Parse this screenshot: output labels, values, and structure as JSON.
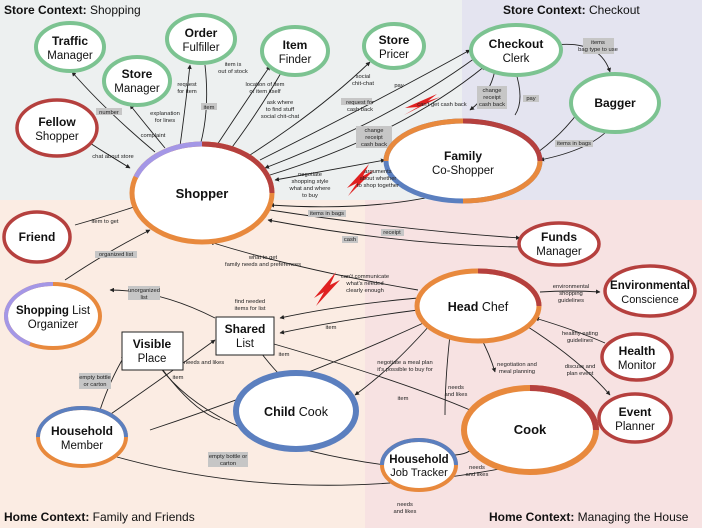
{
  "contexts": {
    "store_shopping": {
      "bold": "Store Context:",
      "rest": " Shopping"
    },
    "store_checkout": {
      "bold": "Store Context:",
      "rest": " Checkout"
    },
    "home_family": {
      "bold": "Home Context:",
      "rest": " Family and Friends"
    },
    "home_house": {
      "bold": "Home Context:",
      "rest": " Managing the House"
    }
  },
  "colors": {
    "store_bg": "#edf0f0",
    "checkout_bg": "#e4e4f0",
    "home_family_bg": "#fbece3",
    "home_house_bg": "#f7e2e2",
    "green": "#7cc391",
    "red": "#b5403e",
    "orange": "#e8893d",
    "blue": "#5b7fbf",
    "purple": "#a497e6",
    "line": "#222222",
    "spark": "#e02020"
  },
  "nodes": {
    "traffic_manager": {
      "line1": "Traffic",
      "line2": "Manager"
    },
    "store_manager": {
      "line1": "Store",
      "line2": "Manager"
    },
    "order_fulfiller": {
      "line1": "Order",
      "line2": "Fulfiller"
    },
    "item_finder": {
      "line1": "Item",
      "line2": "Finder"
    },
    "store_pricer": {
      "line1": "Store",
      "line2": "Pricer"
    },
    "checkout_clerk": {
      "line1": "Checkout",
      "line2": "Clerk"
    },
    "bagger": {
      "line1": "Bagger"
    },
    "fellow_shopper": {
      "line1": "Fellow",
      "line2": "Shopper"
    },
    "shopper": {
      "line1": "Shopper"
    },
    "family_co_shopper": {
      "line1": "Family",
      "line2": "Co-Shopper"
    },
    "friend": {
      "line1": "Friend"
    },
    "funds_manager": {
      "line1": "Funds",
      "line2": "Manager"
    },
    "shopping_list_organizer": {
      "bold": "Shopping",
      "rest": " List",
      "line2": "Organizer"
    },
    "visible_place": {
      "line1": "Visible",
      "line2": "Place"
    },
    "shared_list": {
      "line1": "Shared",
      "line2": "List"
    },
    "head_chef": {
      "bold": "Head",
      "rest": " Chef"
    },
    "environmental_conscience": {
      "line1": "Environmental",
      "line2": "Conscience"
    },
    "health_monitor": {
      "line1": "Health",
      "line2": "Monitor"
    },
    "event_planner": {
      "line1": "Event",
      "line2": "Planner"
    },
    "child_cook": {
      "bold": "Child",
      "rest": " Cook"
    },
    "household_member": {
      "line1": "Household",
      "line2": "Member"
    },
    "cook": {
      "line1": "Cook"
    },
    "household_job_tracker": {
      "line1": "Household",
      "line2": "Job Tracker"
    }
  },
  "labels": {
    "number": "number",
    "complaint": "complaint",
    "explanation_1": "explanation",
    "explanation_2": "for lines",
    "request_item_1": "request",
    "request_item_2": "for item",
    "item": "item",
    "out_of_stock_1": "item is",
    "out_of_stock_2": "out of stock",
    "location_1": "location of item",
    "location_2": "or item itself",
    "ask_where_1": "ask where",
    "ask_where_2": "to find stuff",
    "ask_where_3": "social chit-chat",
    "social_chitchat_1": "social",
    "social_chitchat_2": "chit-chat",
    "pay_1": "pay",
    "request_cash_back_1": "request for",
    "request_cash_back_2": "cash back",
    "cant_get_cash_back": "can't get cash back",
    "change_receipt_1_a": "change",
    "change_receipt_1_b": "receipt",
    "change_receipt_1_c": "cash back",
    "pay_2": "pay",
    "change_receipt_2_a": "change",
    "change_receipt_2_b": "receipt",
    "change_receipt_2_c": "cash back",
    "items_bag_1": "items",
    "items_bag_2": "bag type to use",
    "items_in_bags_1": "items in bags",
    "chat_about_store": "chat about store",
    "negotiate_1": "negotiate",
    "negotiate_2": "shopping style",
    "negotiate_3": "what and where",
    "negotiate_4": "to buy",
    "arguments_1": "arguments",
    "arguments_2": "about whether",
    "arguments_3": "to shop together",
    "items_in_bags_2": "items in bags",
    "receipt": "receipt",
    "cash": "cash",
    "item_to_get": "item to get",
    "organized_list": "organized list",
    "what_to_get_1": "what to get",
    "what_to_get_2": "family needs and preferences",
    "cant_communicate_1": "can't communicate",
    "cant_communicate_2": "what's needed",
    "cant_communicate_3": "clearly enough",
    "unorganized_1": "unorganized",
    "unorganized_2": "list",
    "find_needed_1": "find needed",
    "find_needed_2": "items for list",
    "item_sl": "item",
    "environmental_guidelines_1": "environmental",
    "environmental_guidelines_2": "shopping",
    "environmental_guidelines_3": "guidelines",
    "healthy_1": "healthy eating",
    "healthy_2": "guidelines",
    "empty_bottle_1_a": "empty bottle",
    "empty_bottle_1_b": "or carton",
    "item_vp": "item",
    "item_child": "item",
    "needs_likes_1": "needs and likes",
    "negotiate_meal_1": "negotiate a meal plan",
    "negotiate_meal_2": "it's possible to buy for",
    "needs_likes_2_a": "needs",
    "needs_likes_2_b": "and likes",
    "negotiation_meal_1": "negotiation and",
    "negotiation_meal_2": "meal planning",
    "discuss_event_1": "discuss and",
    "discuss_event_2": "plan event",
    "item_cook": "item",
    "empty_bottle_2_a": "empty bottle or",
    "empty_bottle_2_b": "carton",
    "needs_likes_3_a": "needs",
    "needs_likes_3_b": "and likes",
    "needs_likes_4_a": "needs",
    "needs_likes_4_b": "and likes"
  }
}
